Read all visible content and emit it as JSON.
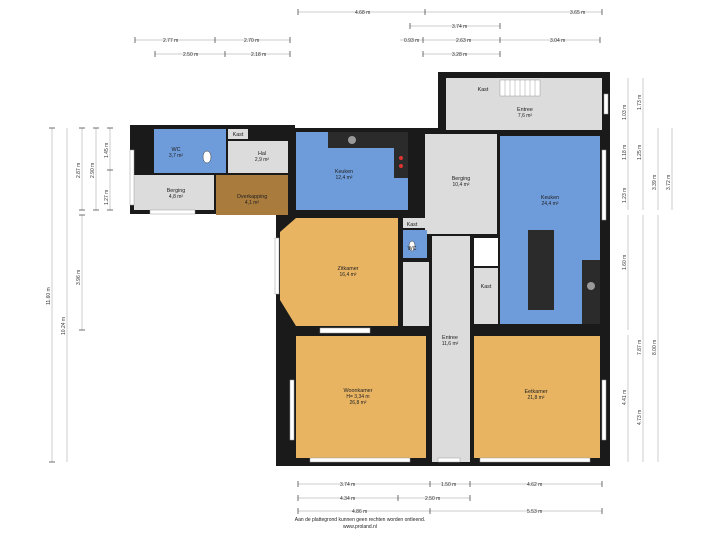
{
  "colors": {
    "wet_room": "#6e9bd9",
    "living": "#e8b462",
    "lintel": "#a97b3d",
    "circulation": "#dcdcdc",
    "wall": "#1a1a1a"
  },
  "rooms": {
    "wc1": {
      "name": "WC",
      "area": "3,7 m²"
    },
    "kast1": {
      "name": "Kast"
    },
    "hal": {
      "name": "Hal",
      "area": "2,9 m²"
    },
    "berging1": {
      "name": "Berging",
      "area": "4,8 m²"
    },
    "overkapping": {
      "name": "Overkapping",
      "area": "4,1 m²"
    },
    "keuken1": {
      "name": "Keuken",
      "area": "12,4 m²"
    },
    "berging2": {
      "name": "Berging",
      "area": "10,4 m²"
    },
    "kast2": {
      "name": "Kast"
    },
    "entree_top": {
      "name": "Entree",
      "area": "7,6 m²"
    },
    "keuken2": {
      "name": "Keuken",
      "area": "24,4 m²"
    },
    "kast3": {
      "name": "Kast"
    },
    "wc2": {
      "name": "WC"
    },
    "kast4": {
      "name": "Kast"
    },
    "zitkamer": {
      "name": "Zitkamer",
      "area": "16,4 m²"
    },
    "entree_mid": {
      "name": "Entree",
      "area": "11,6 m²"
    },
    "woonkamer": {
      "name": "Woonkamer",
      "height": "H= 3,34 m",
      "area": "26,8 m²"
    },
    "eetkamer": {
      "name": "Eetkamer",
      "area": "21,8 m²"
    }
  },
  "dimensions": {
    "top": [
      "4.68 m",
      "3.74 m",
      "3.65 m",
      "2.77 m",
      "2.70 m",
      "0.93 m",
      "2.63 m",
      "3.04 m",
      "2.50 m",
      "2.18 m",
      "3.28 m"
    ],
    "bottom": [
      "3.74 m",
      "1.50 m",
      "4.62 m",
      "4.34 m",
      "2.50 m",
      "4.86 m",
      "5.53 m"
    ],
    "left": [
      "11.60 m",
      "10.24 m",
      "2.87 m",
      "2.90 m",
      "1.45 m",
      "1.27 m",
      "3.96 m"
    ],
    "right": [
      "1.03 m",
      "1.73 m",
      "1.18 m",
      "1.25 m",
      "3.39 m",
      "3.72 m",
      "1.23 m",
      "1.60 m",
      "7.87 m",
      "8.00 m",
      "4.41 m",
      "4.73 m"
    ]
  },
  "footer": {
    "disclaimer": "Aan de plattegrond kunnen geen rechten worden ontleend.",
    "website": "www.proland.nl"
  }
}
